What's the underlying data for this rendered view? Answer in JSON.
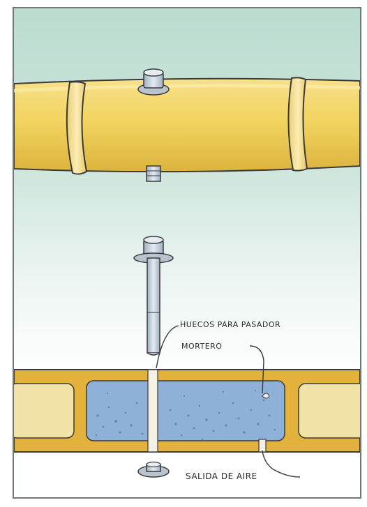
{
  "labels": {
    "holes": "HUECOS PARA PASADOR",
    "mortar": "MORTERO",
    "air_outlet": "SALIDA DE AIRE"
  },
  "colors": {
    "sky_top": "#bcdcd0",
    "sky_bottom": "#ffffff",
    "pipe": "#f2d56a",
    "pipe_shade": "#d9b13b",
    "band": "#f8e6a6",
    "outline": "#3a3a3a",
    "metal": "#c9d2dc",
    "mortar": "#8fb1d8",
    "brick": "#f2e2a8",
    "wall": "#e3b23c"
  }
}
